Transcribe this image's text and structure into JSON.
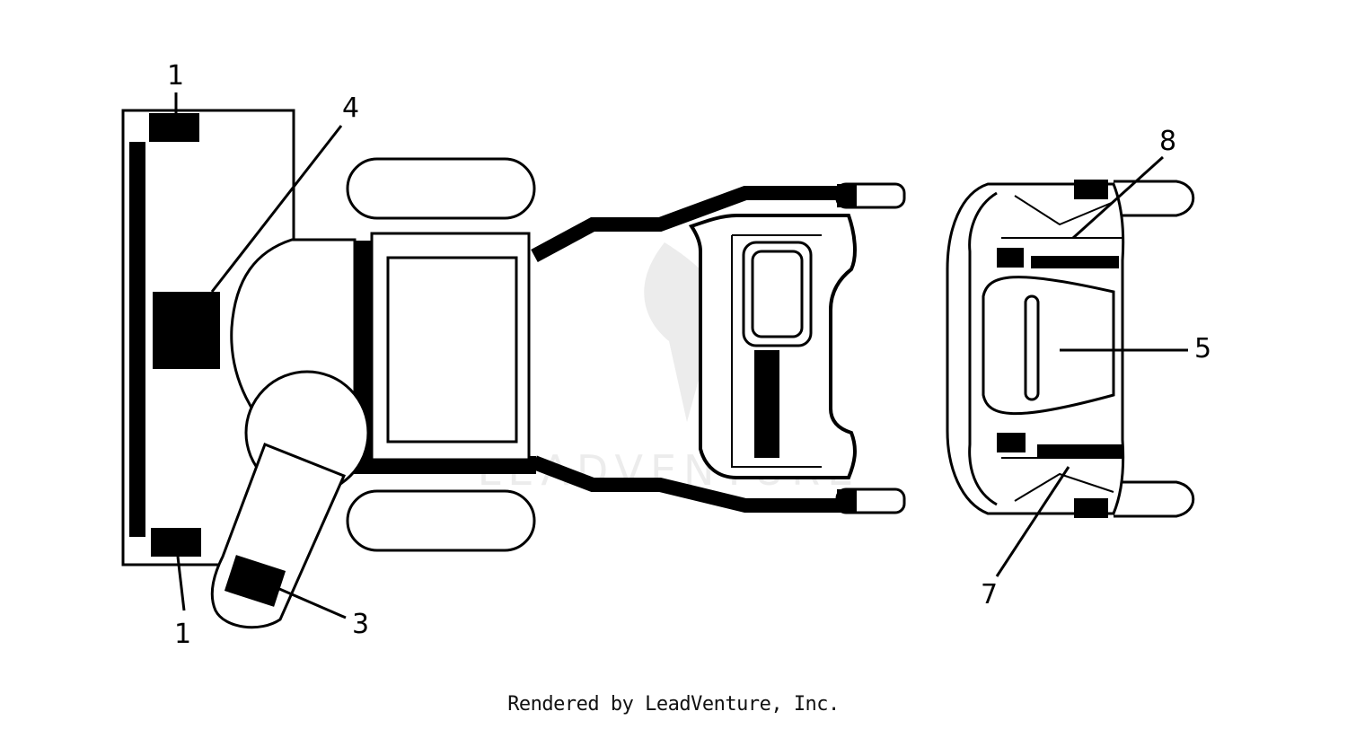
{
  "callouts": {
    "decal_1_top": "1",
    "decal_1_bottom": "1",
    "decal_3": "3",
    "decal_4": "4",
    "decal_5": "5",
    "decal_7": "7",
    "decal_8": "8"
  },
  "watermark": "LEADVENTURE",
  "footer": {
    "credit": "Rendered by LeadVenture, Inc."
  },
  "colors": {
    "ink": "#000000",
    "paper": "#ffffff",
    "watermark": "#ececec"
  }
}
